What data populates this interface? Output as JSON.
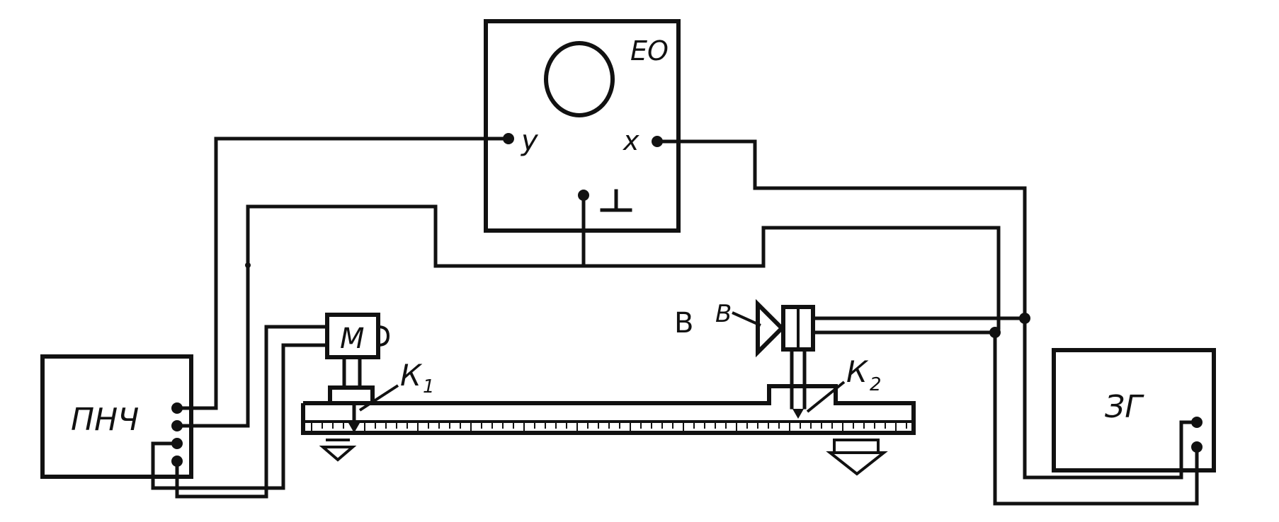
{
  "labels": {
    "oscilloscope": "ЕО",
    "input_y": "у",
    "input_x": "х",
    "ground": "⊥",
    "amplifier": "ПНЧ",
    "motor": "М",
    "generator": "ЗГ",
    "k1": "К",
    "k1_sub": "1",
    "k2": "К",
    "k2_sub": "2",
    "vibrator": "В",
    "vibrator_side": "В"
  },
  "colors": {
    "ink": "#111111",
    "paper": "#ffffff"
  }
}
